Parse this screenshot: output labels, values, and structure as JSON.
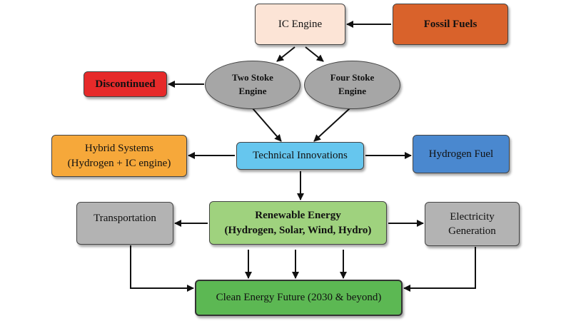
{
  "nodes": {
    "ic_engine": "IC Engine",
    "fossil_fuels": "Fossil Fuels",
    "two_stroke_line1": "Two Stoke",
    "two_stroke_line2": "Engine",
    "four_stroke_line1": "Four Stoke",
    "four_stroke_line2": "Engine",
    "discontinued": "Discontinued",
    "hybrid_line1": "Hybrid Systems",
    "hybrid_line2": "(Hydrogen + IC engine)",
    "technical_innovations": "Technical Innovations",
    "hydrogen_fuel": "Hydrogen Fuel",
    "transportation": "Transportation",
    "renewable_line1": "Renewable Energy",
    "renewable_line2": "(Hydrogen, Solar, Wind, Hydro)",
    "electricity_line1": "Electricity",
    "electricity_line2": "Generation",
    "clean_energy": "Clean Energy Future (2030 & beyond)"
  },
  "colors": {
    "ic_engine": "#fce4d6",
    "fossil_fuels": "#d9622b",
    "stroke_engines": "#a6a6a6",
    "discontinued": "#e62a2a",
    "hybrid": "#f6a83a",
    "technical_innovations": "#66c6ee",
    "hydrogen_fuel": "#4a88cf",
    "gray_boxes": "#b3b3b3",
    "renewable": "#9fd27e",
    "clean_energy": "#5cb853"
  }
}
